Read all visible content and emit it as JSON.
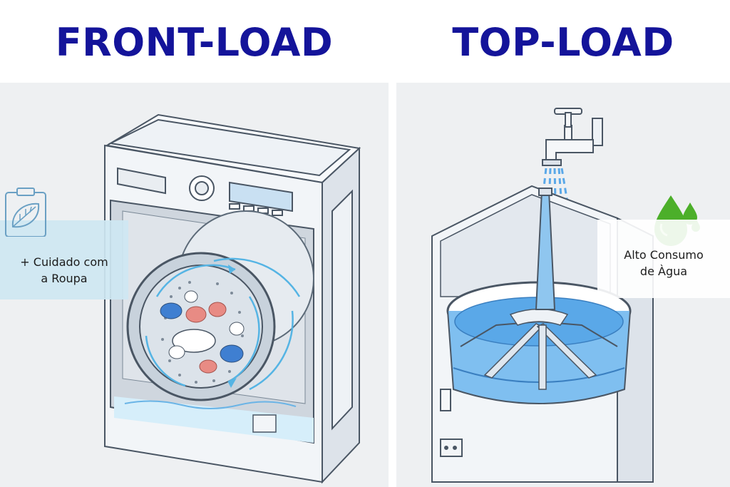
{
  "front_load": {
    "title": "FRONT-LOAD",
    "callout": {
      "line1": "+ Cuidado com",
      "line2": "a Roupa",
      "icon": "leaf-clipboard-icon"
    }
  },
  "top_load": {
    "title": "TOP-LOAD",
    "callout": {
      "line1": "Alto Consumo",
      "line2": "de Àgua",
      "icon": "water-drops-icon"
    }
  },
  "colors": {
    "title": "#14149a",
    "panel_bg": "#eef0f2",
    "callout_front_bg": "#cee7f2",
    "water": "#5aa8e8",
    "drop_green": "#4caf2a"
  }
}
